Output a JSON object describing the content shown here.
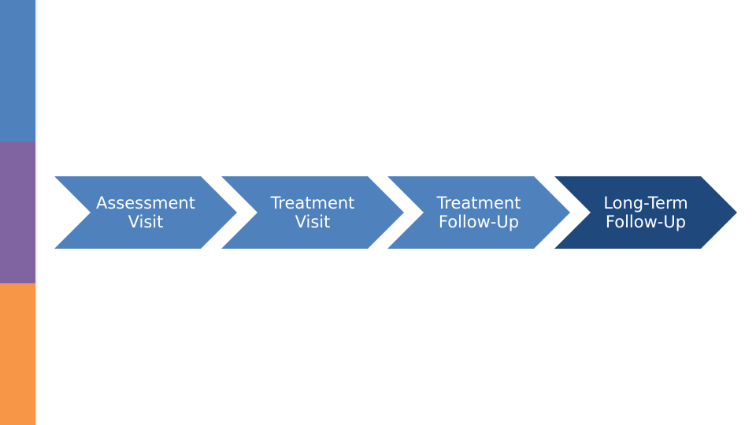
{
  "side_bar": {
    "colors": [
      "#4f81bd",
      "#8064a2",
      "#f79646"
    ]
  },
  "steps": [
    {
      "line1": "Assessment",
      "line2": "Visit",
      "color": "#4f81bd"
    },
    {
      "line1": "Treatment",
      "line2": "Visit",
      "color": "#4f81bd"
    },
    {
      "line1": "Treatment",
      "line2": "Follow-Up",
      "color": "#4f81bd"
    },
    {
      "line1": "Long-Term",
      "line2": "Follow-Up",
      "color": "#1f497d"
    }
  ]
}
